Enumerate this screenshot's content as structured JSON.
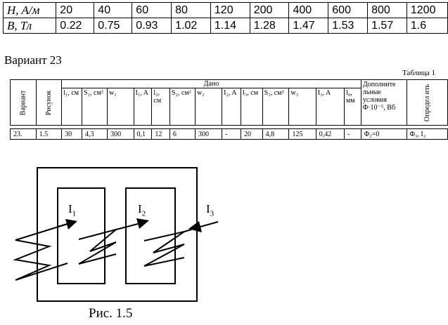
{
  "bh_table": {
    "h_label": "H, A/м",
    "b_label": "B, Тл",
    "h_values": [
      "20",
      "40",
      "60",
      "80",
      "120",
      "200",
      "400",
      "600",
      "800",
      "1200"
    ],
    "b_values": [
      "0.22",
      "0.75",
      "0.93",
      "1.02",
      "1.14",
      "1.28",
      "1.47",
      "1.53",
      "1.57",
      "1.6"
    ]
  },
  "variant_title": "Вариант 23",
  "table_number": "Таблица 1",
  "data_table": {
    "col_variant": "Вариант",
    "col_figure": "Рисунок",
    "given_label": "Дано",
    "extra_conditions": "Дополните льные условия Φ·10⁻⁵, Вб",
    "determine": "Определ ить",
    "headers": [
      "l₁, см",
      "S₁, см²",
      "w₁",
      "I₁, A",
      "l₂, см",
      "S₂, см²",
      "w₂",
      "I₂, A",
      "l₃, см",
      "S₃, см²",
      "w₃",
      "I₃, A",
      "l₀, мм"
    ],
    "row": {
      "variant": "23.",
      "figure": "1.5",
      "values": [
        "30",
        "4,3",
        "300",
        "0,1",
        "12",
        "6",
        "300",
        "-",
        "20",
        "4,8",
        "125",
        "0,42",
        "-"
      ],
      "extra": "Φ₂=0",
      "determine": "Φ₃, I₂"
    }
  },
  "figure": {
    "labels": [
      "I",
      "I",
      "I"
    ],
    "subscripts": [
      "1",
      "2",
      "3"
    ],
    "caption": "Рис. 1.5"
  }
}
